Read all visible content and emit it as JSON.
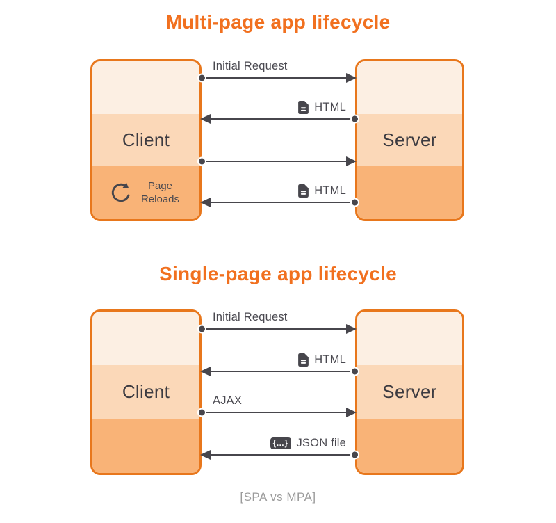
{
  "colors": {
    "accent": "#F1701F",
    "box_border": "#E8771C",
    "band_top": "#FCEFE3",
    "band_mid": "#FBD8B8",
    "band_bottom": "#F9B377",
    "arrow": "#47464C",
    "label_text": "#4A4950",
    "node_text": "#3C3B41",
    "caption": "#9B9B9B",
    "background": "#FFFFFF"
  },
  "icons": {
    "json_badge_glyph": "{…}"
  },
  "diagrams": [
    {
      "title": "Multi-page app lifecycle",
      "client": {
        "label": "Client",
        "badge_label": "Page Reloads"
      },
      "server": {
        "label": "Server"
      },
      "arrows": [
        {
          "label": "Initial Request",
          "direction": "right"
        },
        {
          "label": "HTML",
          "direction": "left",
          "icon": "document-icon"
        },
        {
          "label": "",
          "direction": "right"
        },
        {
          "label": "HTML",
          "direction": "left",
          "icon": "document-icon"
        }
      ]
    },
    {
      "title": "Single-page app lifecycle",
      "client": {
        "label": "Client"
      },
      "server": {
        "label": "Server"
      },
      "arrows": [
        {
          "label": "Initial Request",
          "direction": "right"
        },
        {
          "label": "HTML",
          "direction": "left",
          "icon": "document-icon"
        },
        {
          "label": "AJAX",
          "direction": "right"
        },
        {
          "label": "JSON file",
          "direction": "left",
          "icon": "json-file-icon"
        }
      ]
    }
  ],
  "caption": "[SPA vs MPA]"
}
